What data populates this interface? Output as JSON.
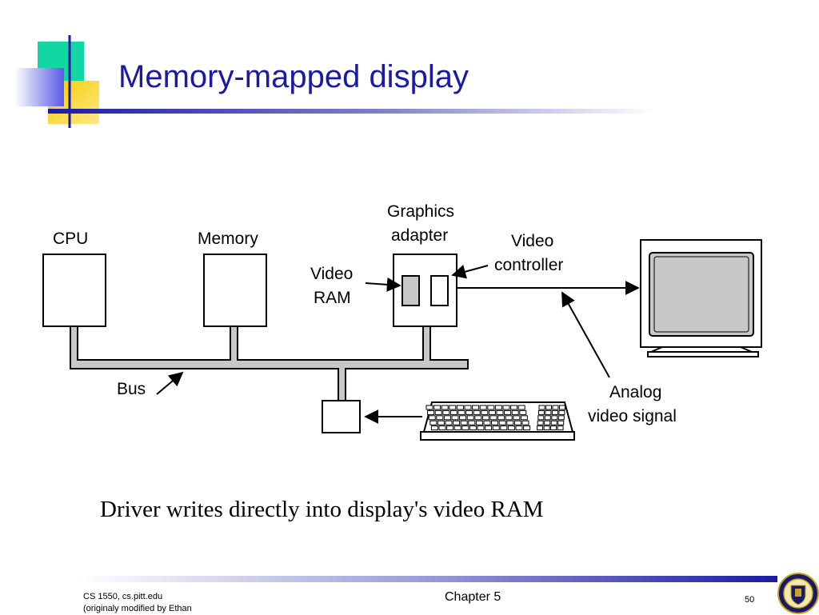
{
  "slide": {
    "title": "Memory-mapped display",
    "caption": "Driver writes directly into display's video RAM"
  },
  "diagram": {
    "cpu_label": "CPU",
    "memory_label": "Memory",
    "graphics_label_line1": "Graphics",
    "graphics_label_line2": "adapter",
    "video_ram_line1": "Video",
    "video_ram_line2": "RAM",
    "video_controller_line1": "Video",
    "video_controller_line2": "controller",
    "bus_label": "Bus",
    "analog_line1": "Analog",
    "analog_line2": "video signal"
  },
  "footer": {
    "course_line1": "CS 1550, cs.pitt.edu",
    "course_line2": "(originaly modified by Ethan",
    "chapter": "Chapter 5",
    "page": "50"
  },
  "colors": {
    "title": "#1a1aa6",
    "accent_green": "#12d7a3",
    "accent_yellow": "#f6cc00",
    "accent_blue": "#7777ee",
    "footer_bar": "#1a1aa6",
    "bus_fill": "#c8c8c8",
    "screen_fill": "#c8c8c8"
  },
  "icons": {
    "decoration": "color-squares-decoration",
    "logo": "university-seal-logo"
  }
}
